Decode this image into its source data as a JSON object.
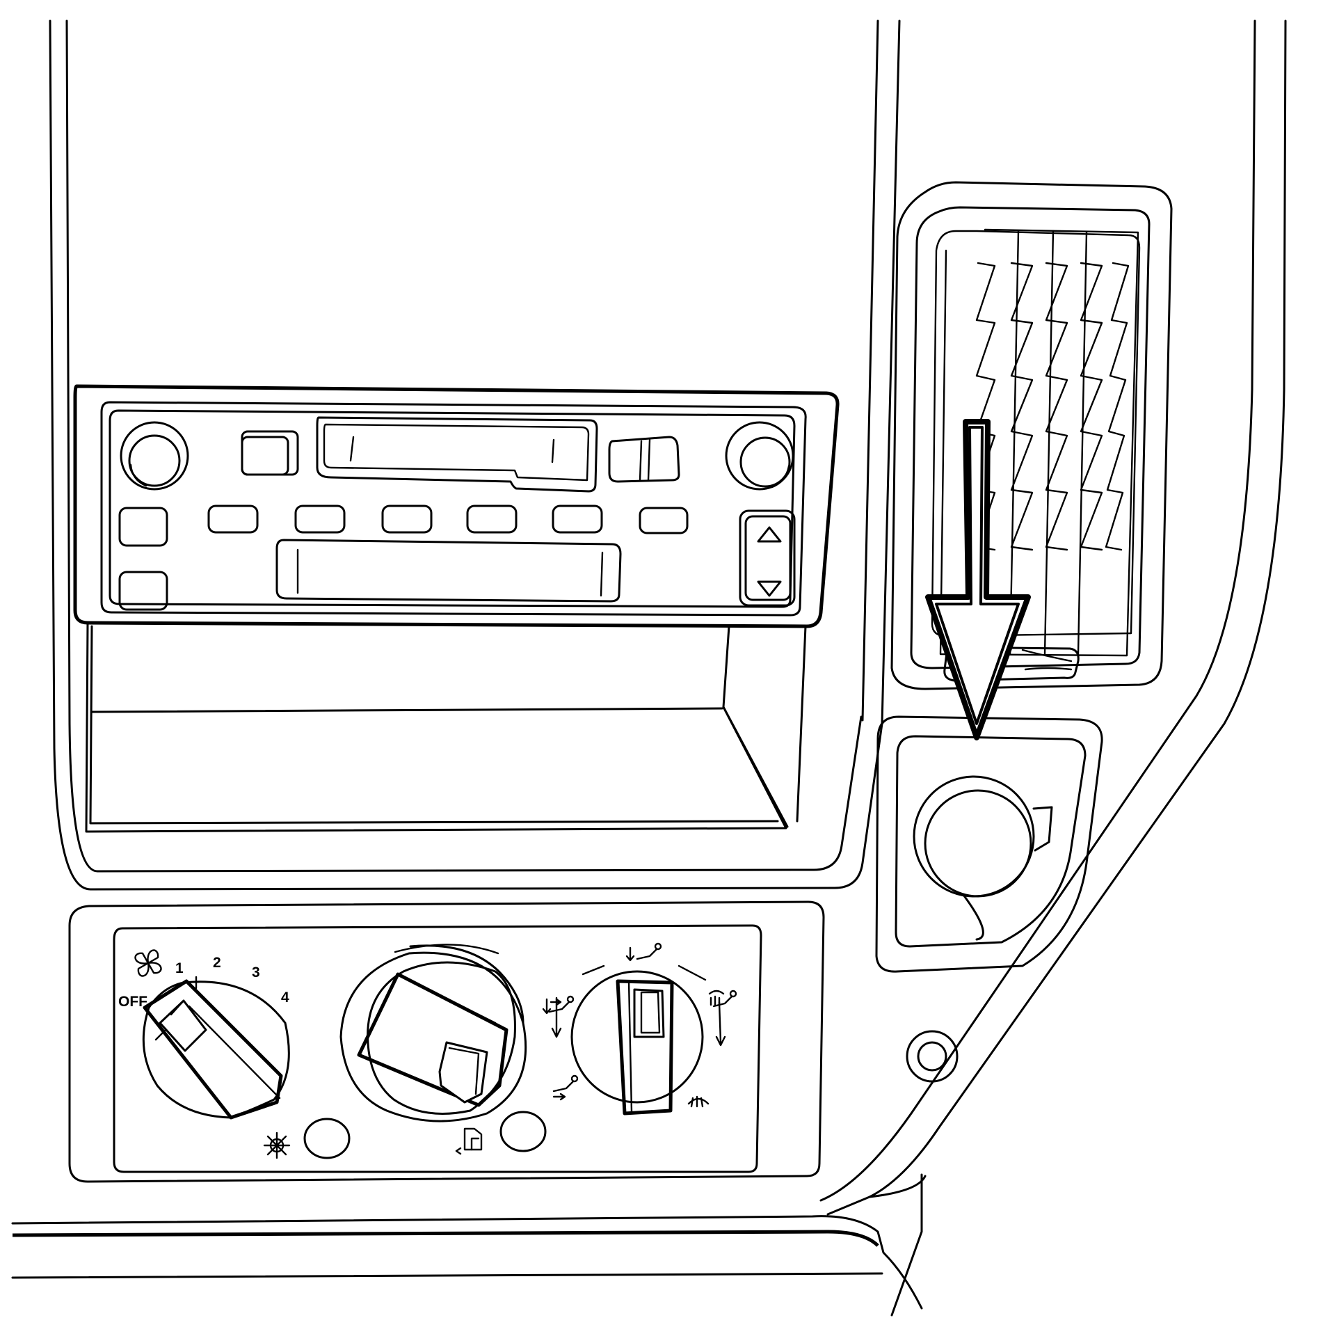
{
  "fan_dial": {
    "positions": [
      "OFF",
      "1",
      "2",
      "3",
      "4"
    ]
  },
  "icons": {
    "fan": "fan-icon",
    "ac": "snowflake-ac-icon",
    "recirc": "recirculation-icon",
    "mode_vent": "vent-mode-icon",
    "mode_floor": "floor-mode-icon",
    "mode_bilevel": "bilevel-mode-icon",
    "mode_defrost": "defrost-mode-icon",
    "radio_up": "triangle-up-icon",
    "radio_down": "triangle-down-icon"
  },
  "callout": {
    "type": "arrow",
    "points_to": "power-outlet",
    "color": "#000000"
  },
  "colors": {
    "line": "#000000",
    "background": "#ffffff"
  }
}
